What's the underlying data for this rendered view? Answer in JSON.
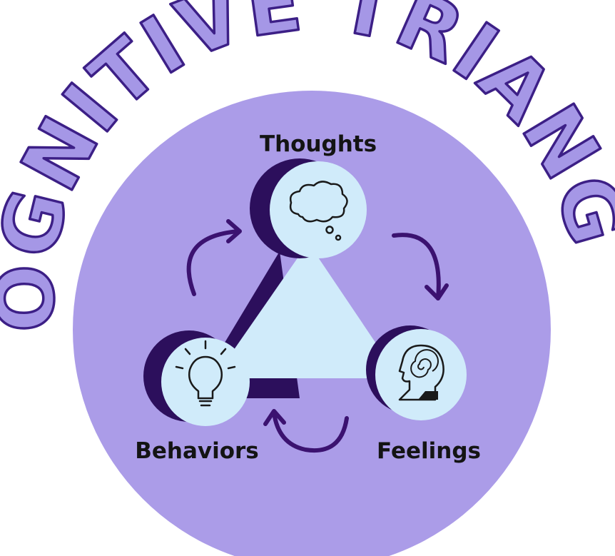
{
  "title": "COGNITIVE TRIANGLE",
  "nodes": {
    "thoughts": {
      "label": "Thoughts",
      "icon": "thought-bubble-icon"
    },
    "feelings": {
      "label": "Feelings",
      "icon": "head-spiral-icon"
    },
    "behaviors": {
      "label": "Behaviors",
      "icon": "lightbulb-icon"
    }
  },
  "colors": {
    "background": "#ffffff",
    "circle": "#ab9ce8",
    "node_fill": "#d0ebfa",
    "shadow": "#2c0f5c",
    "arrow": "#3b1270",
    "title_fill": "#a597e6",
    "title_outline": "#3c1f86"
  }
}
